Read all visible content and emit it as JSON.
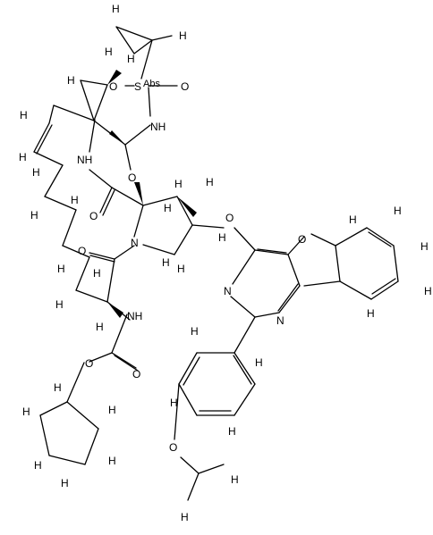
{
  "labels": {
    "O_sulfonyl_left": "O",
    "S": "S",
    "O_sulfonyl_right": "O",
    "abs": "Abs",
    "NH_sulfonamide": "NH",
    "O_amide1": "O",
    "NH_amide1": "NH",
    "O_amide2": "O",
    "N_pyrrolidine": "N",
    "O_ether": "O",
    "O_furan": "O",
    "N_pyrimidine1": "N",
    "N_pyrimidine2": "N",
    "O_amide3": "O",
    "NH_carbamate": "NH",
    "O_carbamate_carbonyl": "O",
    "O_carbamate_ester": "O",
    "O_phenol_ether": "O"
  },
  "h_label": "H"
}
